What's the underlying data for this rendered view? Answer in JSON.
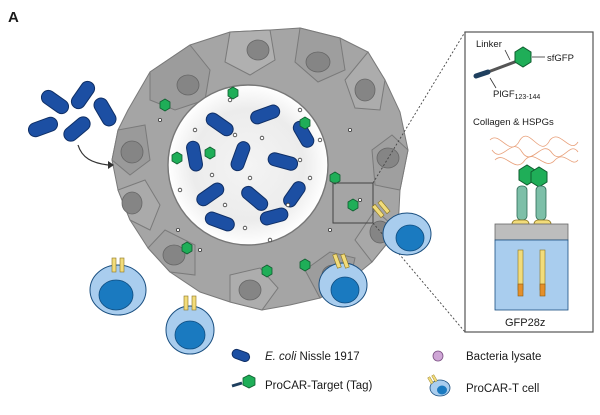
{
  "panel_letter": "A",
  "inset": {
    "linker_label": "Linker",
    "sfgfp_label": "sfGFP",
    "plgf_label": "PlGF",
    "plgf_subscript": "123-144",
    "collagen_label": "Collagen & HSPGs",
    "receptor_label": "GFP28z"
  },
  "legend": {
    "ecoli_italic": "E. coli",
    "ecoli_rest": " Nissle 1917",
    "lysate_label": "Bacteria lysate",
    "tag_label": "ProCAR-Target (Tag)",
    "tcell_label": "ProCAR-T cell"
  },
  "colors": {
    "bacteria_blue": "#1c4fa3",
    "tag_green": "#1fae58",
    "tcell_light": "#a9cdee",
    "tcell_nucleus": "#1a7ac0",
    "receptor_yellow": "#f2dc7a",
    "tumor_gray": "#a7a7a7",
    "lysate_pink": "#cfa6d6"
  }
}
